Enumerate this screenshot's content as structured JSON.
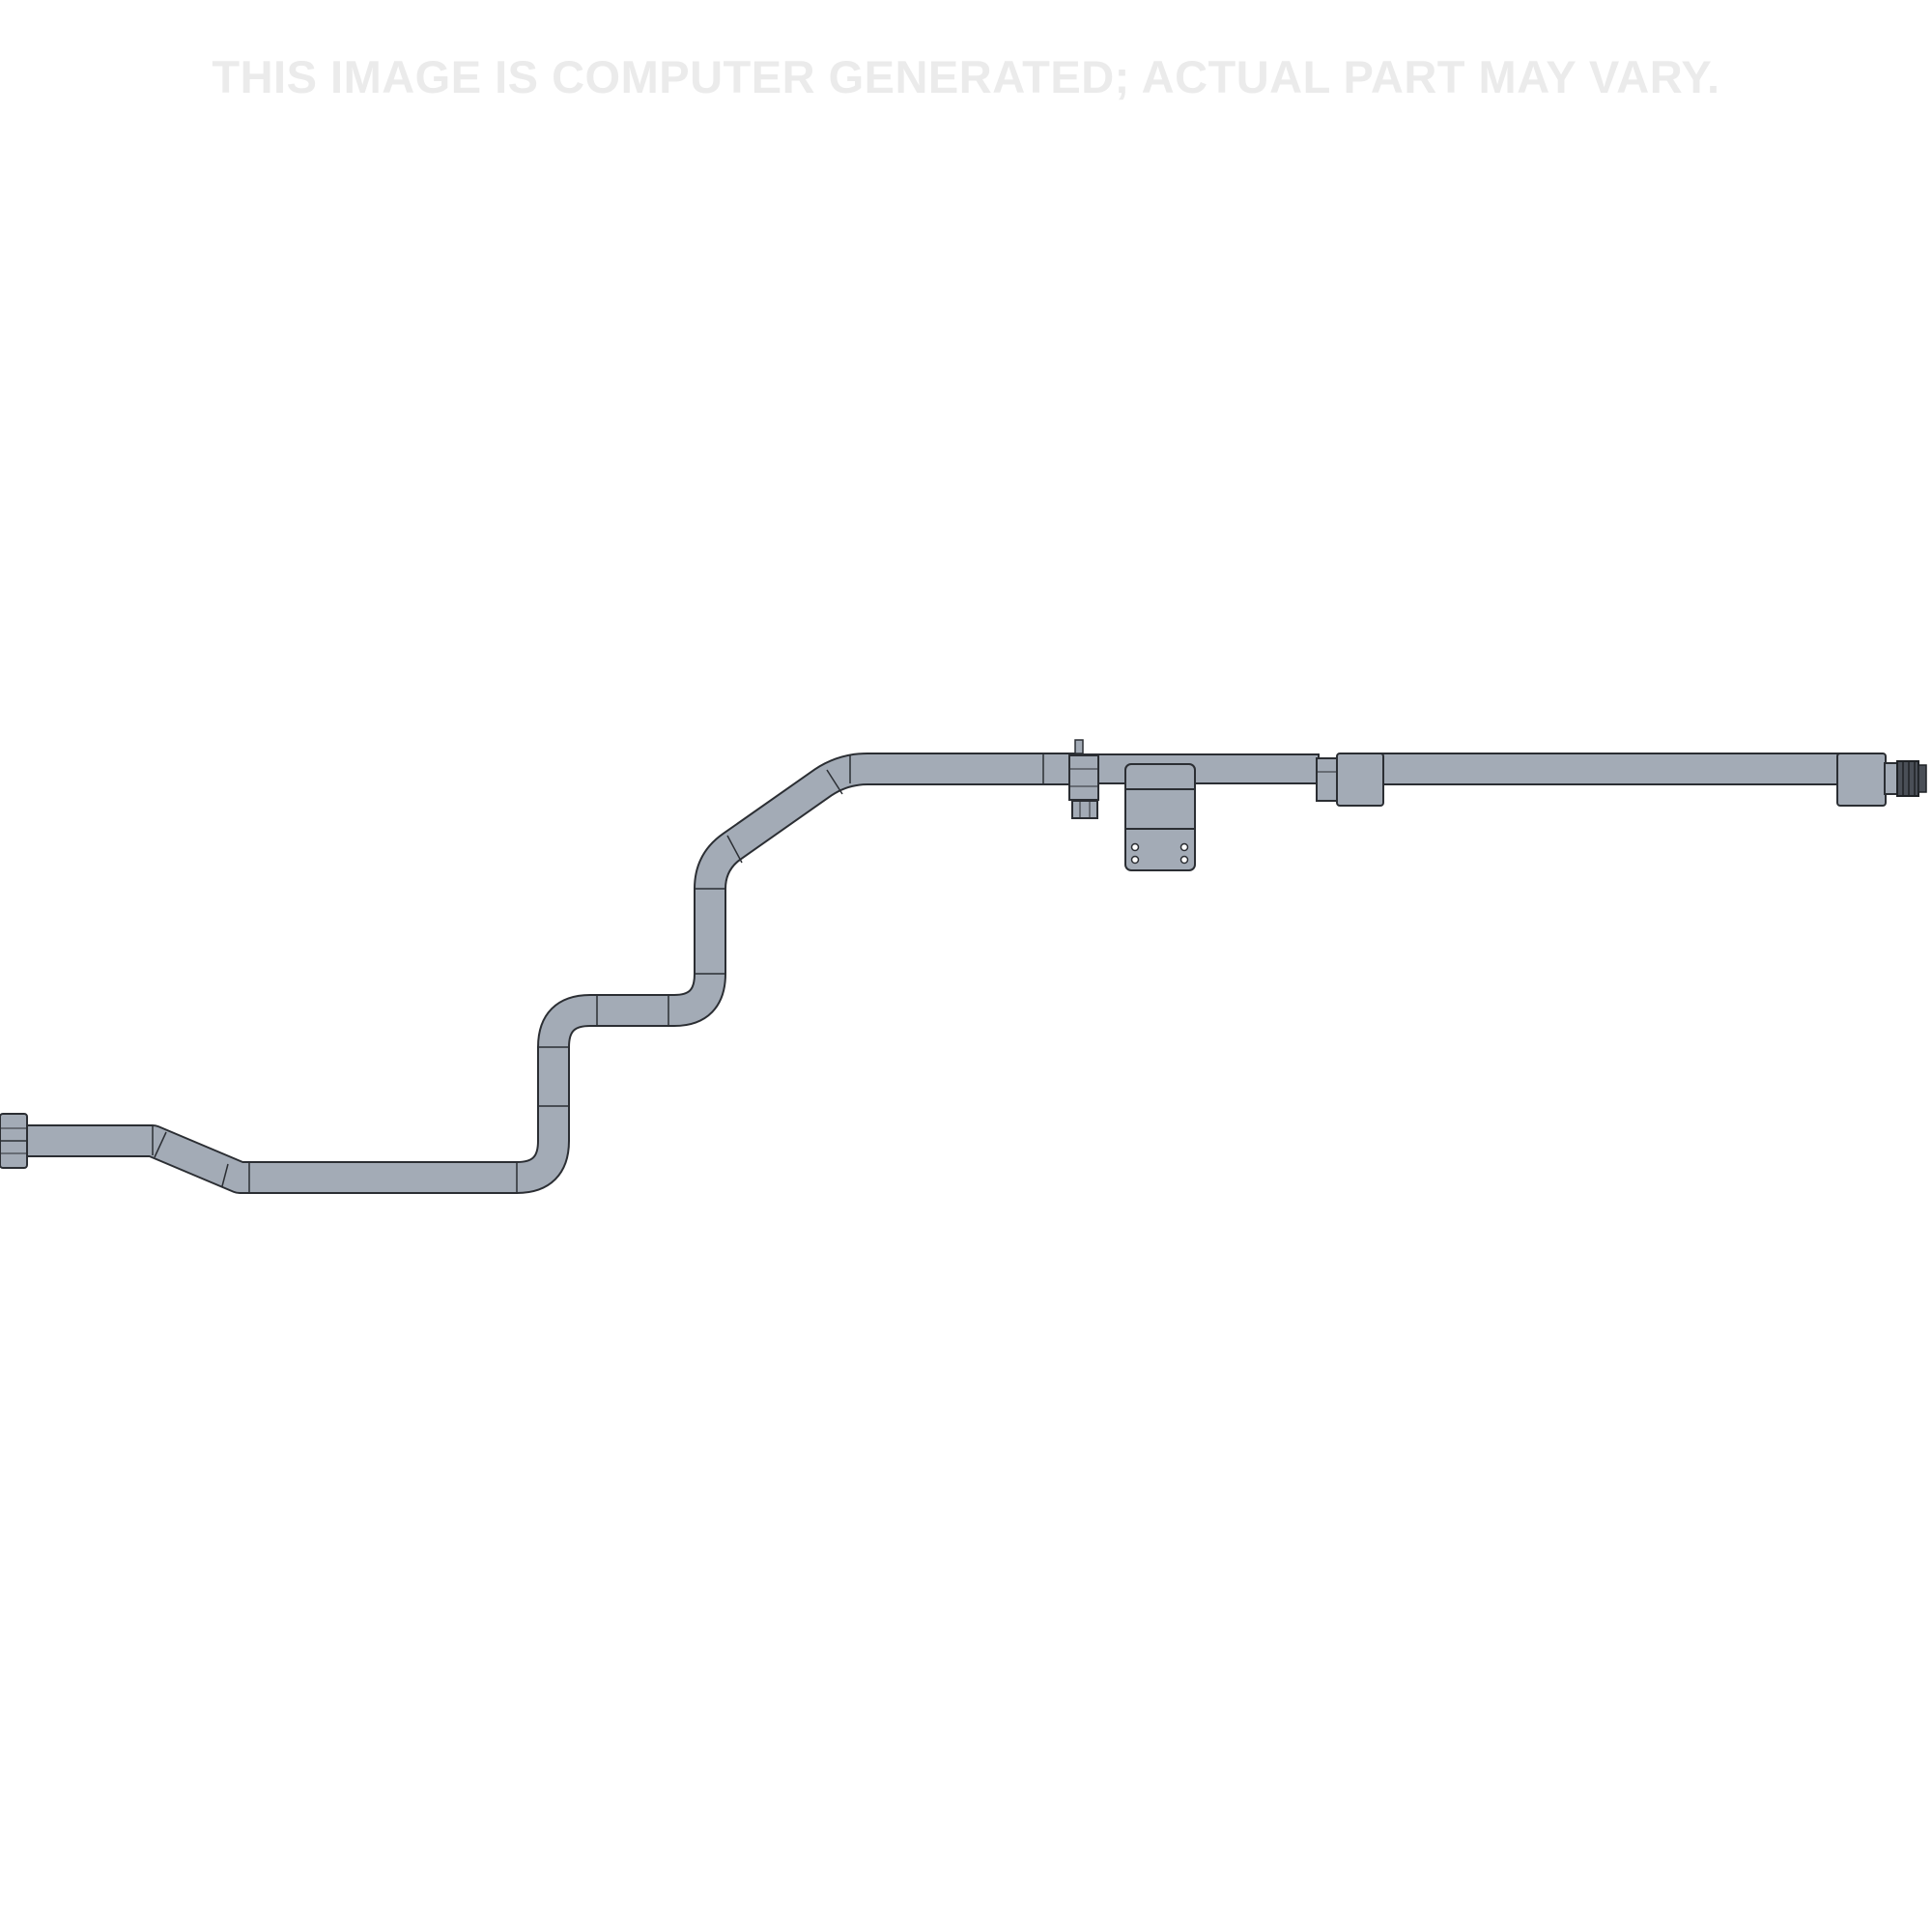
{
  "disclaimer": {
    "text": "THIS IMAGE IS COMPUTER GENERATED; ACTUAL PART MAY VARY."
  },
  "colors": {
    "background": "#ffffff",
    "tube_fill": "#a3abb6",
    "tube_outline": "#2b2e33",
    "disclaimer_text": "#ebebeb"
  },
  "icons": [
    "hose-tube",
    "flare-nut-fitting",
    "service-port-valve",
    "mounting-bracket",
    "crimp-ferrule",
    "quick-connect-fitting"
  ]
}
